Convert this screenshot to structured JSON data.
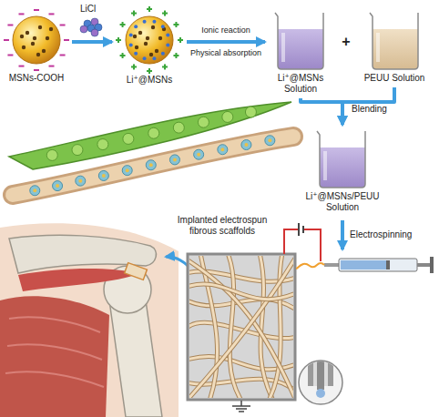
{
  "diagram": {
    "nodes": [
      {
        "text": [
          "MSNs-COOH"
        ]
      },
      {
        "text": [
          "Li⁺@MSNs"
        ]
      },
      {
        "text": [
          "Li⁺@MSNs Solution"
        ]
      },
      {
        "text": [
          "PEUU Solution"
        ]
      },
      {
        "text": [
          "Li⁺@MSNs/PEUU Solution"
        ]
      }
    ],
    "edges": [
      {
        "from": 0,
        "to": 1,
        "arrow": "to"
      },
      {
        "from": 1,
        "to": 2,
        "arrow": "to"
      },
      {
        "from": 2,
        "to": 4,
        "arrow": "to"
      },
      {
        "from": 3,
        "to": 4,
        "arrow": "to"
      }
    ],
    "labels": [
      "LiCl",
      "Ionic reaction",
      "Physical absorption",
      "+",
      "Blending",
      "Electrospinning",
      "Implanted electrospun fibrous scaffolds"
    ]
  }
}
